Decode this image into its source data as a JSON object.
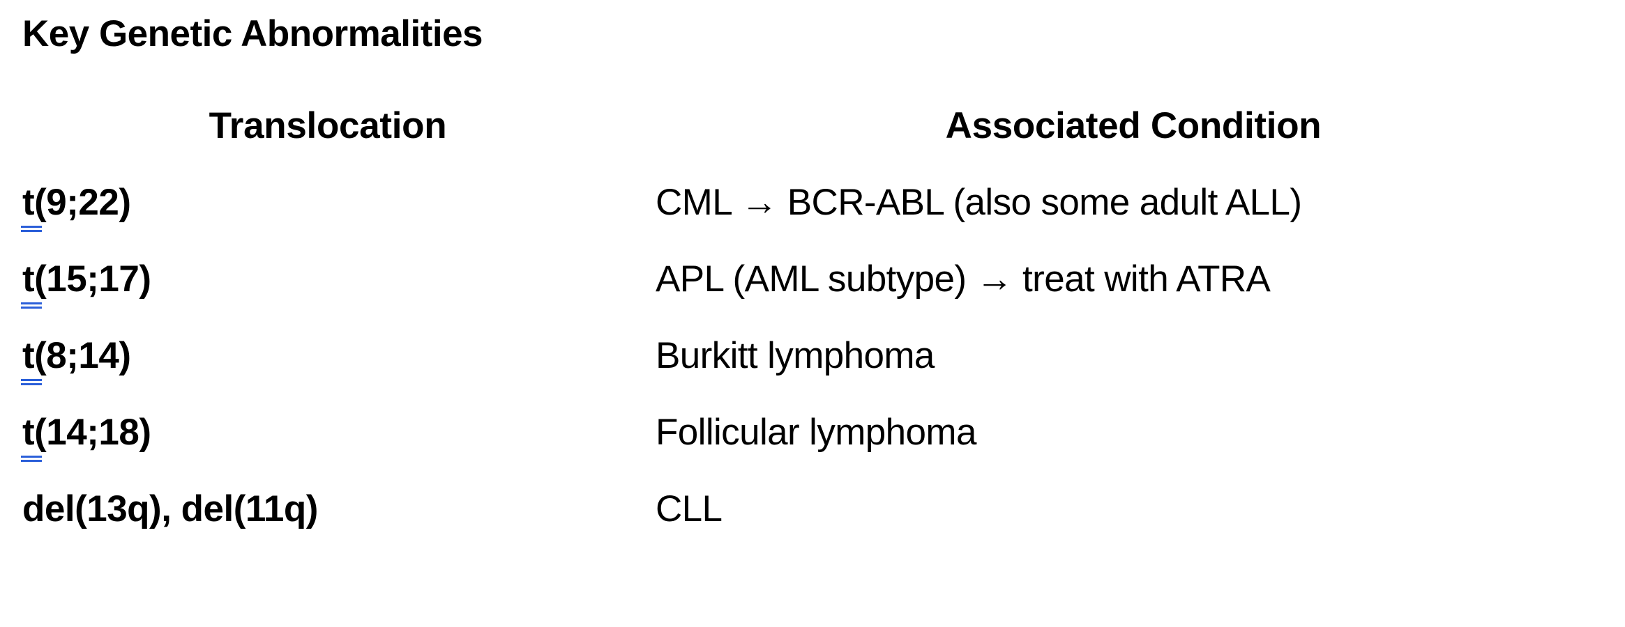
{
  "document": {
    "title": "Key Genetic Abnormalities"
  },
  "table": {
    "headers": {
      "translocation": "Translocation",
      "condition": "Associated Condition"
    },
    "rows": [
      {
        "translocation": "t(9;22)",
        "translocation_marked_prefix": "t",
        "translocation_rest": "(9;22)",
        "spellcheck_marked": true,
        "condition": "CML → BCR-ABL (also some adult ALL)"
      },
      {
        "translocation": "t(15;17)",
        "translocation_marked_prefix": "t",
        "translocation_rest": "(15;17)",
        "spellcheck_marked": true,
        "condition": "APL (AML subtype) → treat with ATRA"
      },
      {
        "translocation": "t(8;14)",
        "translocation_marked_prefix": "t",
        "translocation_rest": "(8;14)",
        "spellcheck_marked": true,
        "condition": "Burkitt lymphoma"
      },
      {
        "translocation": "t(14;18)",
        "translocation_marked_prefix": "t",
        "translocation_rest": "(14;18)",
        "spellcheck_marked": true,
        "condition": "Follicular lymphoma"
      },
      {
        "translocation": "del(13q), del(11q)",
        "translocation_marked_prefix": "",
        "translocation_rest": "del(13q), del(11q)",
        "spellcheck_marked": false,
        "condition": "CLL"
      }
    ]
  },
  "colors": {
    "text": "#000000",
    "background": "#ffffff",
    "spellcheck_underline": "#2B5FD9"
  }
}
